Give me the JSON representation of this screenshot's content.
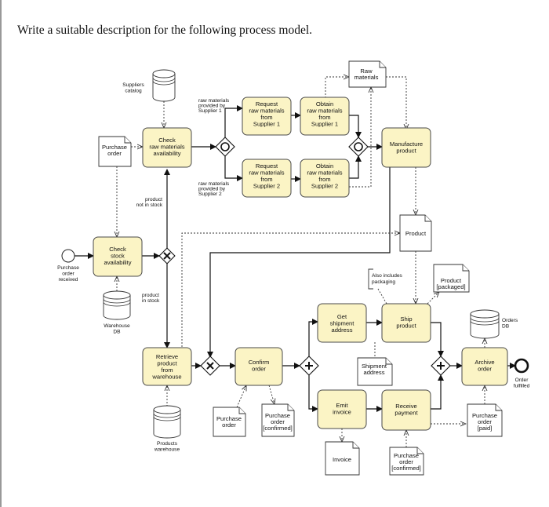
{
  "question": "Write a suitable description for the following process model.",
  "tasks": {
    "check_stock": [
      "Check",
      "stock",
      "availability"
    ],
    "check_raw": [
      "Check",
      "raw materials",
      "availability"
    ],
    "req1": [
      "Request",
      "raw materials",
      "from",
      "Supplier 1"
    ],
    "obt1": [
      "Obtain",
      "raw materials",
      "from",
      "Supplier 1"
    ],
    "req2": [
      "Request",
      "raw materials",
      "from",
      "Supplier 2"
    ],
    "obt2": [
      "Obtain",
      "raw materials",
      "from",
      "Supplier 2"
    ],
    "manufacture": [
      "Manufacture",
      "product"
    ],
    "retrieve": [
      "Retrieve",
      "product",
      "from",
      "warehouse"
    ],
    "confirm": [
      "Confirm",
      "order"
    ],
    "get_ship": [
      "Get",
      "shipment",
      "address"
    ],
    "ship": [
      "Ship",
      "product"
    ],
    "emit_invoice": [
      "Emit",
      "invoice"
    ],
    "receive_payment": [
      "Receive",
      "payment"
    ],
    "archive": [
      "Archive",
      "order"
    ]
  },
  "documents": {
    "purchase_order_1": [
      "Purchase",
      "order"
    ],
    "raw_materials": [
      "Raw",
      "materials"
    ],
    "product": [
      "Product"
    ],
    "product_packaged": [
      "Product",
      "[packaged]"
    ],
    "shipment_address": [
      "Shipment",
      "address"
    ],
    "purchase_order_2": [
      "Purchase",
      "order"
    ],
    "purchase_order_confirmed_1": [
      "Purchase",
      "order",
      "[confirmed]"
    ],
    "invoice": [
      "Invoice"
    ],
    "purchase_order_confirmed_2": [
      "Purchase",
      "order",
      "[confirmed]"
    ],
    "purchase_order_paid": [
      "Purchase",
      "order",
      "[paid]"
    ]
  },
  "databases": {
    "suppliers_catalog": [
      "Suppliers",
      "catalog"
    ],
    "warehouse_db": [
      "Warehouse",
      "DB"
    ],
    "products_warehouse": [
      "Products",
      "warehouse"
    ],
    "orders_db": [
      "Orders",
      "DB"
    ]
  },
  "labels": {
    "start_event": [
      "Purchase",
      "order",
      "received"
    ],
    "end_event": [
      "Order",
      "fulfilled"
    ],
    "not_in_stock": [
      "product",
      "not in stock"
    ],
    "in_stock": [
      "product",
      "in stock"
    ],
    "supplier1_note": [
      "raw materials",
      "provided by",
      "Supplier 1"
    ],
    "supplier2_note": [
      "raw materials",
      "provided by",
      "Supplier 2"
    ],
    "packaging_note": [
      "Also includes",
      "packaging"
    ]
  }
}
